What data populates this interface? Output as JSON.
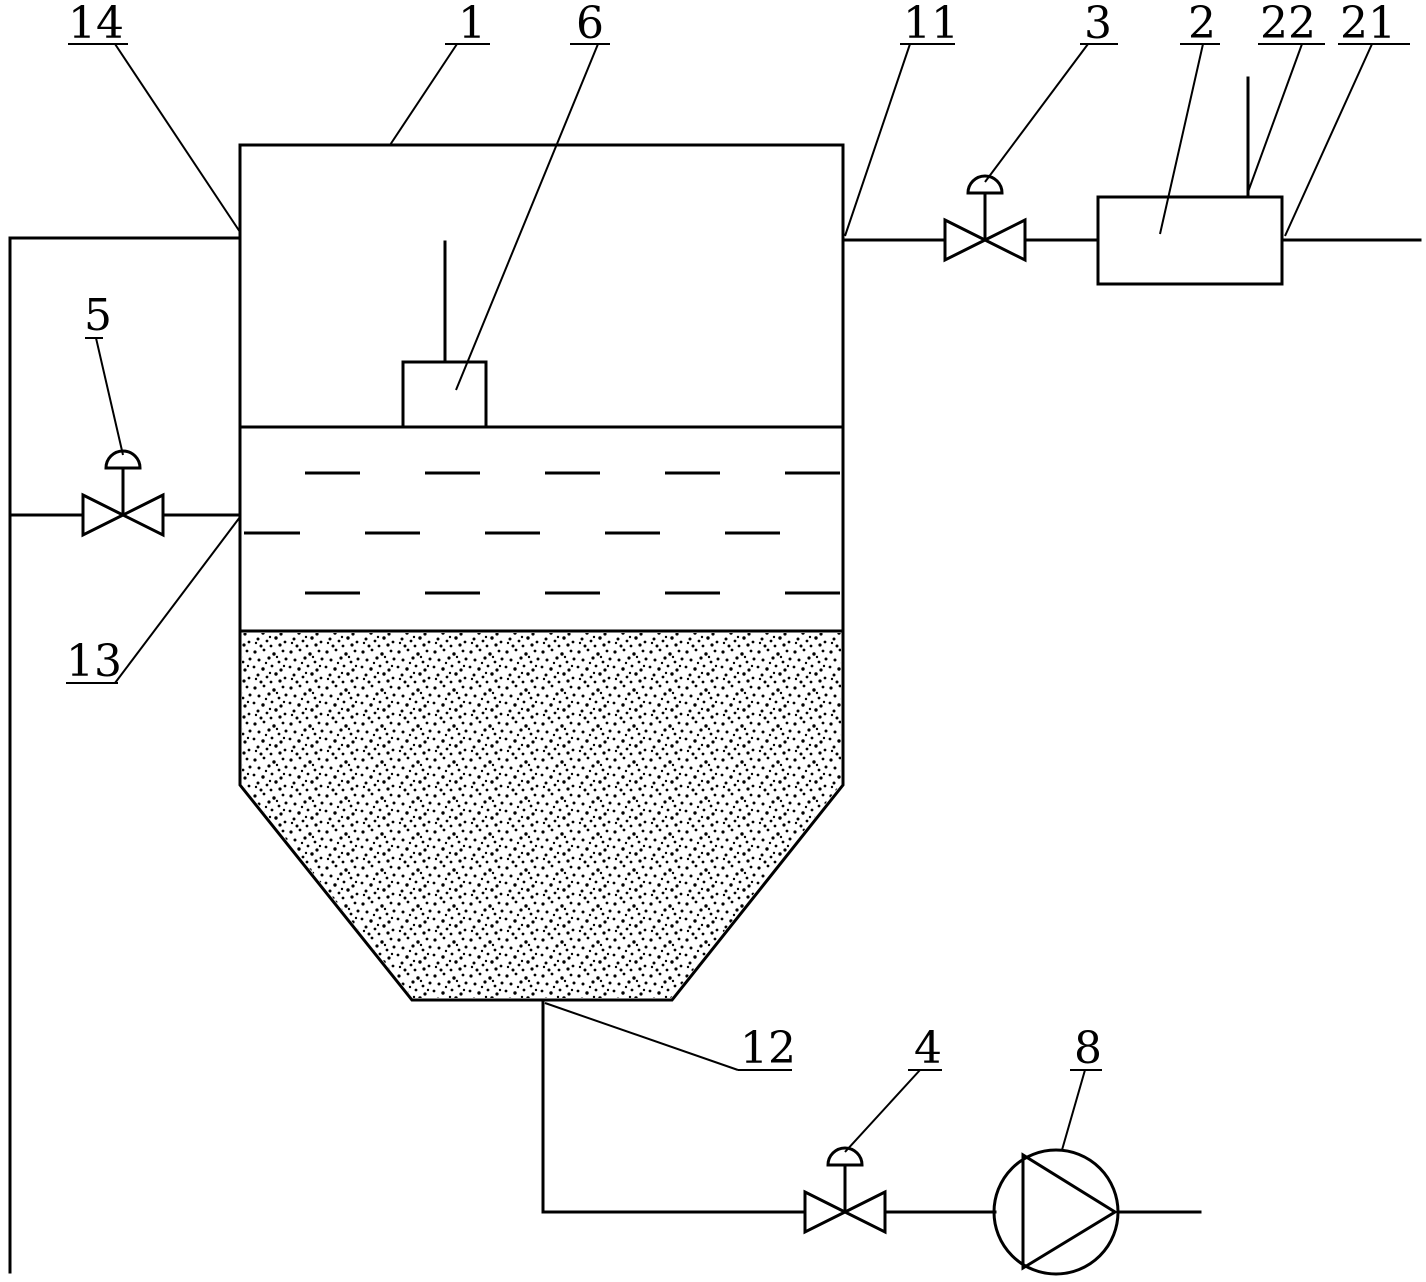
{
  "labels": {
    "l1": "1",
    "l2": "2",
    "l3": "3",
    "l4": "4",
    "l5": "5",
    "l6": "6",
    "l8": "8",
    "l11": "11",
    "l12": "12",
    "l13": "13",
    "l14": "14",
    "l21": "21",
    "l22": "22"
  },
  "colors": {
    "line": "#000000",
    "background": "#ffffff"
  }
}
